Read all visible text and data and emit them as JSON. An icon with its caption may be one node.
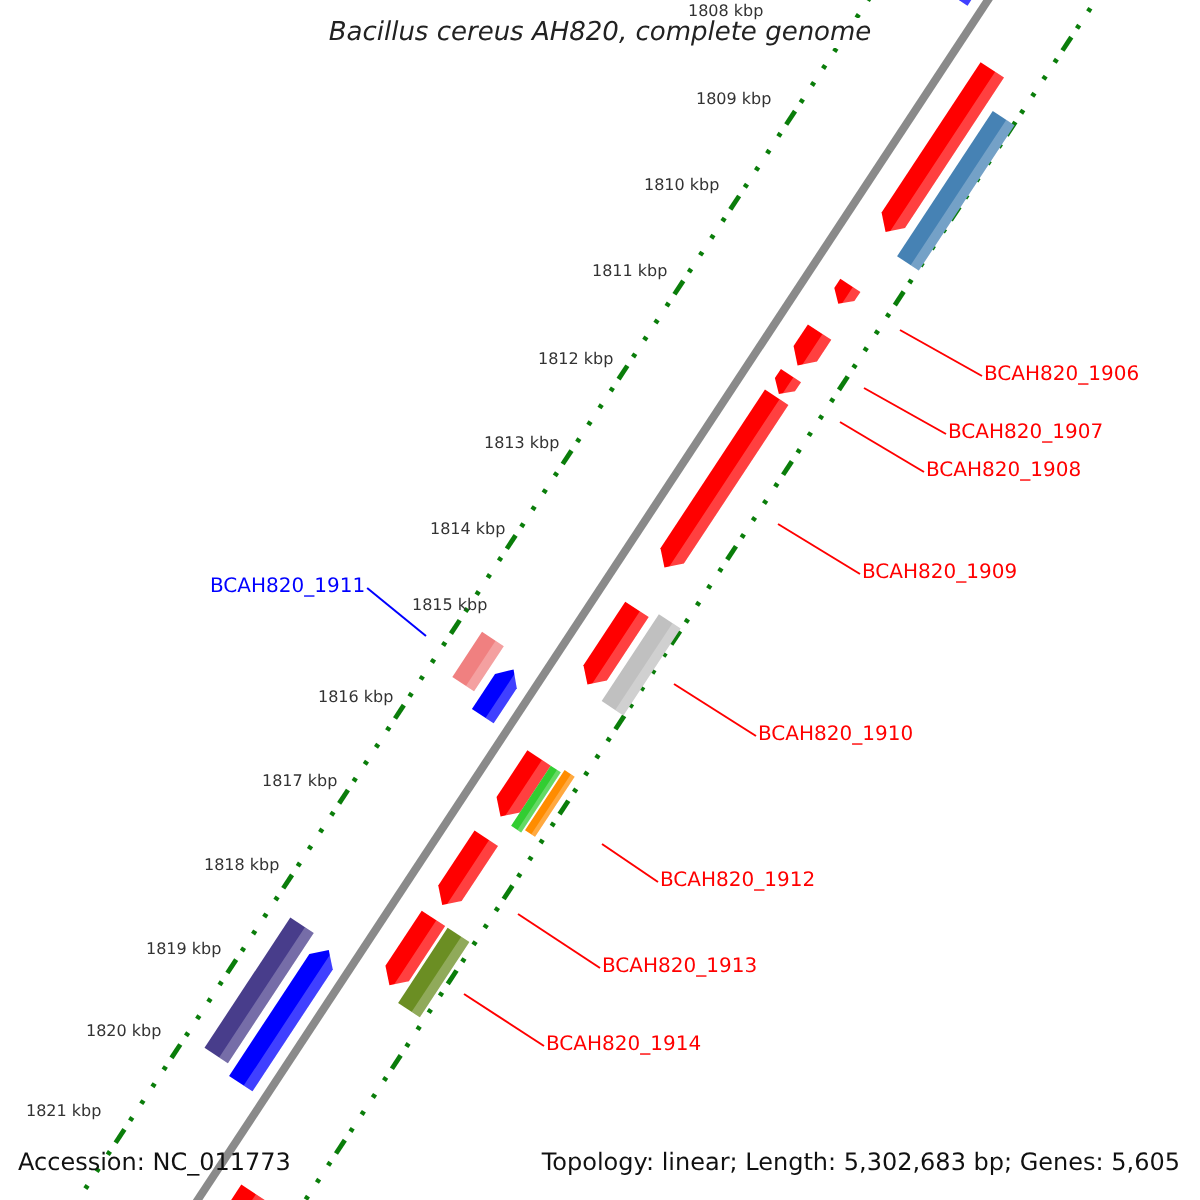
{
  "diagram": {
    "title": "Bacillus cereus AH820, complete genome",
    "nodes": [
      {
        "text": [
          "BCAH820_1906"
        ]
      },
      {
        "text": [
          "BCAH820_1907"
        ]
      },
      {
        "text": [
          "BCAH820_1908"
        ]
      },
      {
        "text": [
          "BCAH820_1909"
        ]
      },
      {
        "text": [
          "BCAH820_1911"
        ]
      },
      {
        "text": [
          "BCAH820_1910"
        ]
      },
      {
        "text": [
          "BCAH820_1912"
        ]
      },
      {
        "text": [
          "BCAH820_1913"
        ]
      },
      {
        "text": [
          "BCAH820_1914"
        ]
      }
    ],
    "edges": [
      {
        "from": 0,
        "to": null,
        "arrow": "none"
      },
      {
        "from": 1,
        "to": null,
        "arrow": "none"
      },
      {
        "from": 2,
        "to": null,
        "arrow": "none"
      },
      {
        "from": 3,
        "to": null,
        "arrow": "none"
      },
      {
        "from": 4,
        "to": null,
        "arrow": "none",
        "color": "#0000ff"
      },
      {
        "from": 5,
        "to": null,
        "arrow": "none"
      },
      {
        "from": 6,
        "to": null,
        "arrow": "none"
      },
      {
        "from": 7,
        "to": null,
        "arrow": "none"
      },
      {
        "from": 8,
        "to": null,
        "arrow": "none"
      }
    ],
    "labels": [
      "1808 kbp",
      "1809 kbp",
      "1810 kbp",
      "1811 kbp",
      "1812 kbp",
      "1813 kbp",
      "1814 kbp",
      "1815 kbp",
      "1816 kbp",
      "1817 kbp",
      "1818 kbp",
      "1819 kbp",
      "1820 kbp",
      "1821 kbp",
      "Accession: NC_011773",
      "Topology: linear; Length: 5,302,683 bp; Genes: 5,605"
    ]
  }
}
